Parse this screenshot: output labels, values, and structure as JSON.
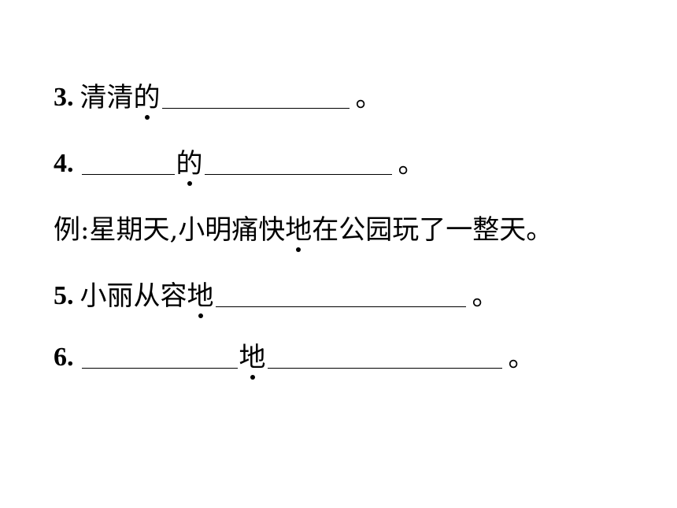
{
  "items": [
    {
      "num": "3.",
      "prefix": "清清",
      "dotted": "的",
      "end": "。"
    },
    {
      "num": "4.",
      "dotted": "的",
      "end": "。"
    },
    {
      "example_prefix": "例:星期天,小明痛快",
      "dotted": "地",
      "example_suffix": "在公园玩了一整天。"
    },
    {
      "num": "5.",
      "prefix": "小丽从容",
      "dotted": "地",
      "end": "。"
    },
    {
      "num": "6.",
      "dotted": "地",
      "end": "。"
    }
  ]
}
